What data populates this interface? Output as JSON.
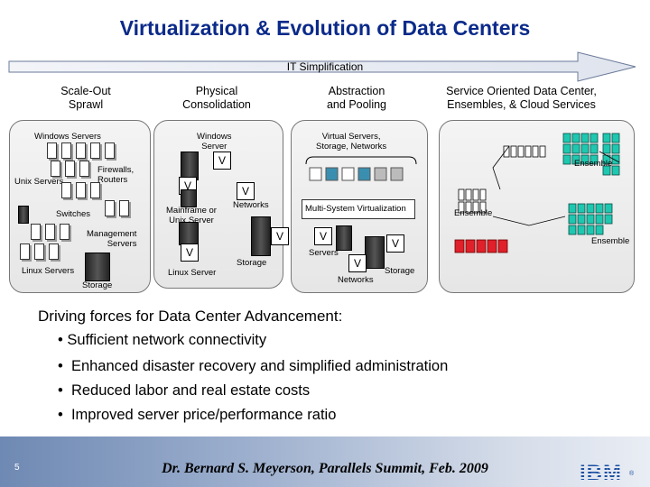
{
  "title": "Virtualization & Evolution of Data Centers",
  "arrow_label": "IT Simplification",
  "columns": [
    {
      "heading": "Scale-Out\nSprawl"
    },
    {
      "heading": "Physical\nConsolidation"
    },
    {
      "heading": "Abstraction\nand Pooling"
    },
    {
      "heading": "Service Oriented Data Center,\nEnsembles, & Cloud Services"
    }
  ],
  "sprawl": {
    "windows_servers": "Windows Servers",
    "firewalls": "Firewalls,\nRouters",
    "unix_servers": "Unix Servers",
    "switches": "Switches",
    "management_servers": "Management\nServers",
    "linux_servers": "Linux Servers",
    "storage": "Storage"
  },
  "consolidation": {
    "windows_server": "Windows\nServer",
    "mainframe": "Mainframe or\nUnix Server",
    "networks": "Networks",
    "storage": "Storage",
    "linux_server": "Linux Server",
    "v": "V"
  },
  "pooling": {
    "virtual_servers": "Virtual Servers,\nStorage, Networks",
    "multi_system": "Multi-System Virtualization",
    "servers": "Servers",
    "networks": "Networks",
    "storage": "Storage",
    "v": "V"
  },
  "cloud": {
    "ensemble": "Ensemble"
  },
  "drivers": {
    "heading": "Driving forces for Data Center Advancement:",
    "bullets": [
      "Sufficient network connectivity",
      "Enhanced disaster recovery and simplified administration",
      "Reduced labor and real estate costs",
      "Improved server price/performance ratio"
    ]
  },
  "footer": {
    "page_number": "5",
    "text": "Dr. Bernard S. Meyerson,  Parallels Summit, Feb. 2009",
    "logo": "IBM",
    "logo_suffix": "®"
  },
  "colors": {
    "title": "#0b2a8a",
    "logo": "#1b4fa1",
    "ensemble_green": "#1ec8b0",
    "ensemble_red": "#e0202a"
  }
}
